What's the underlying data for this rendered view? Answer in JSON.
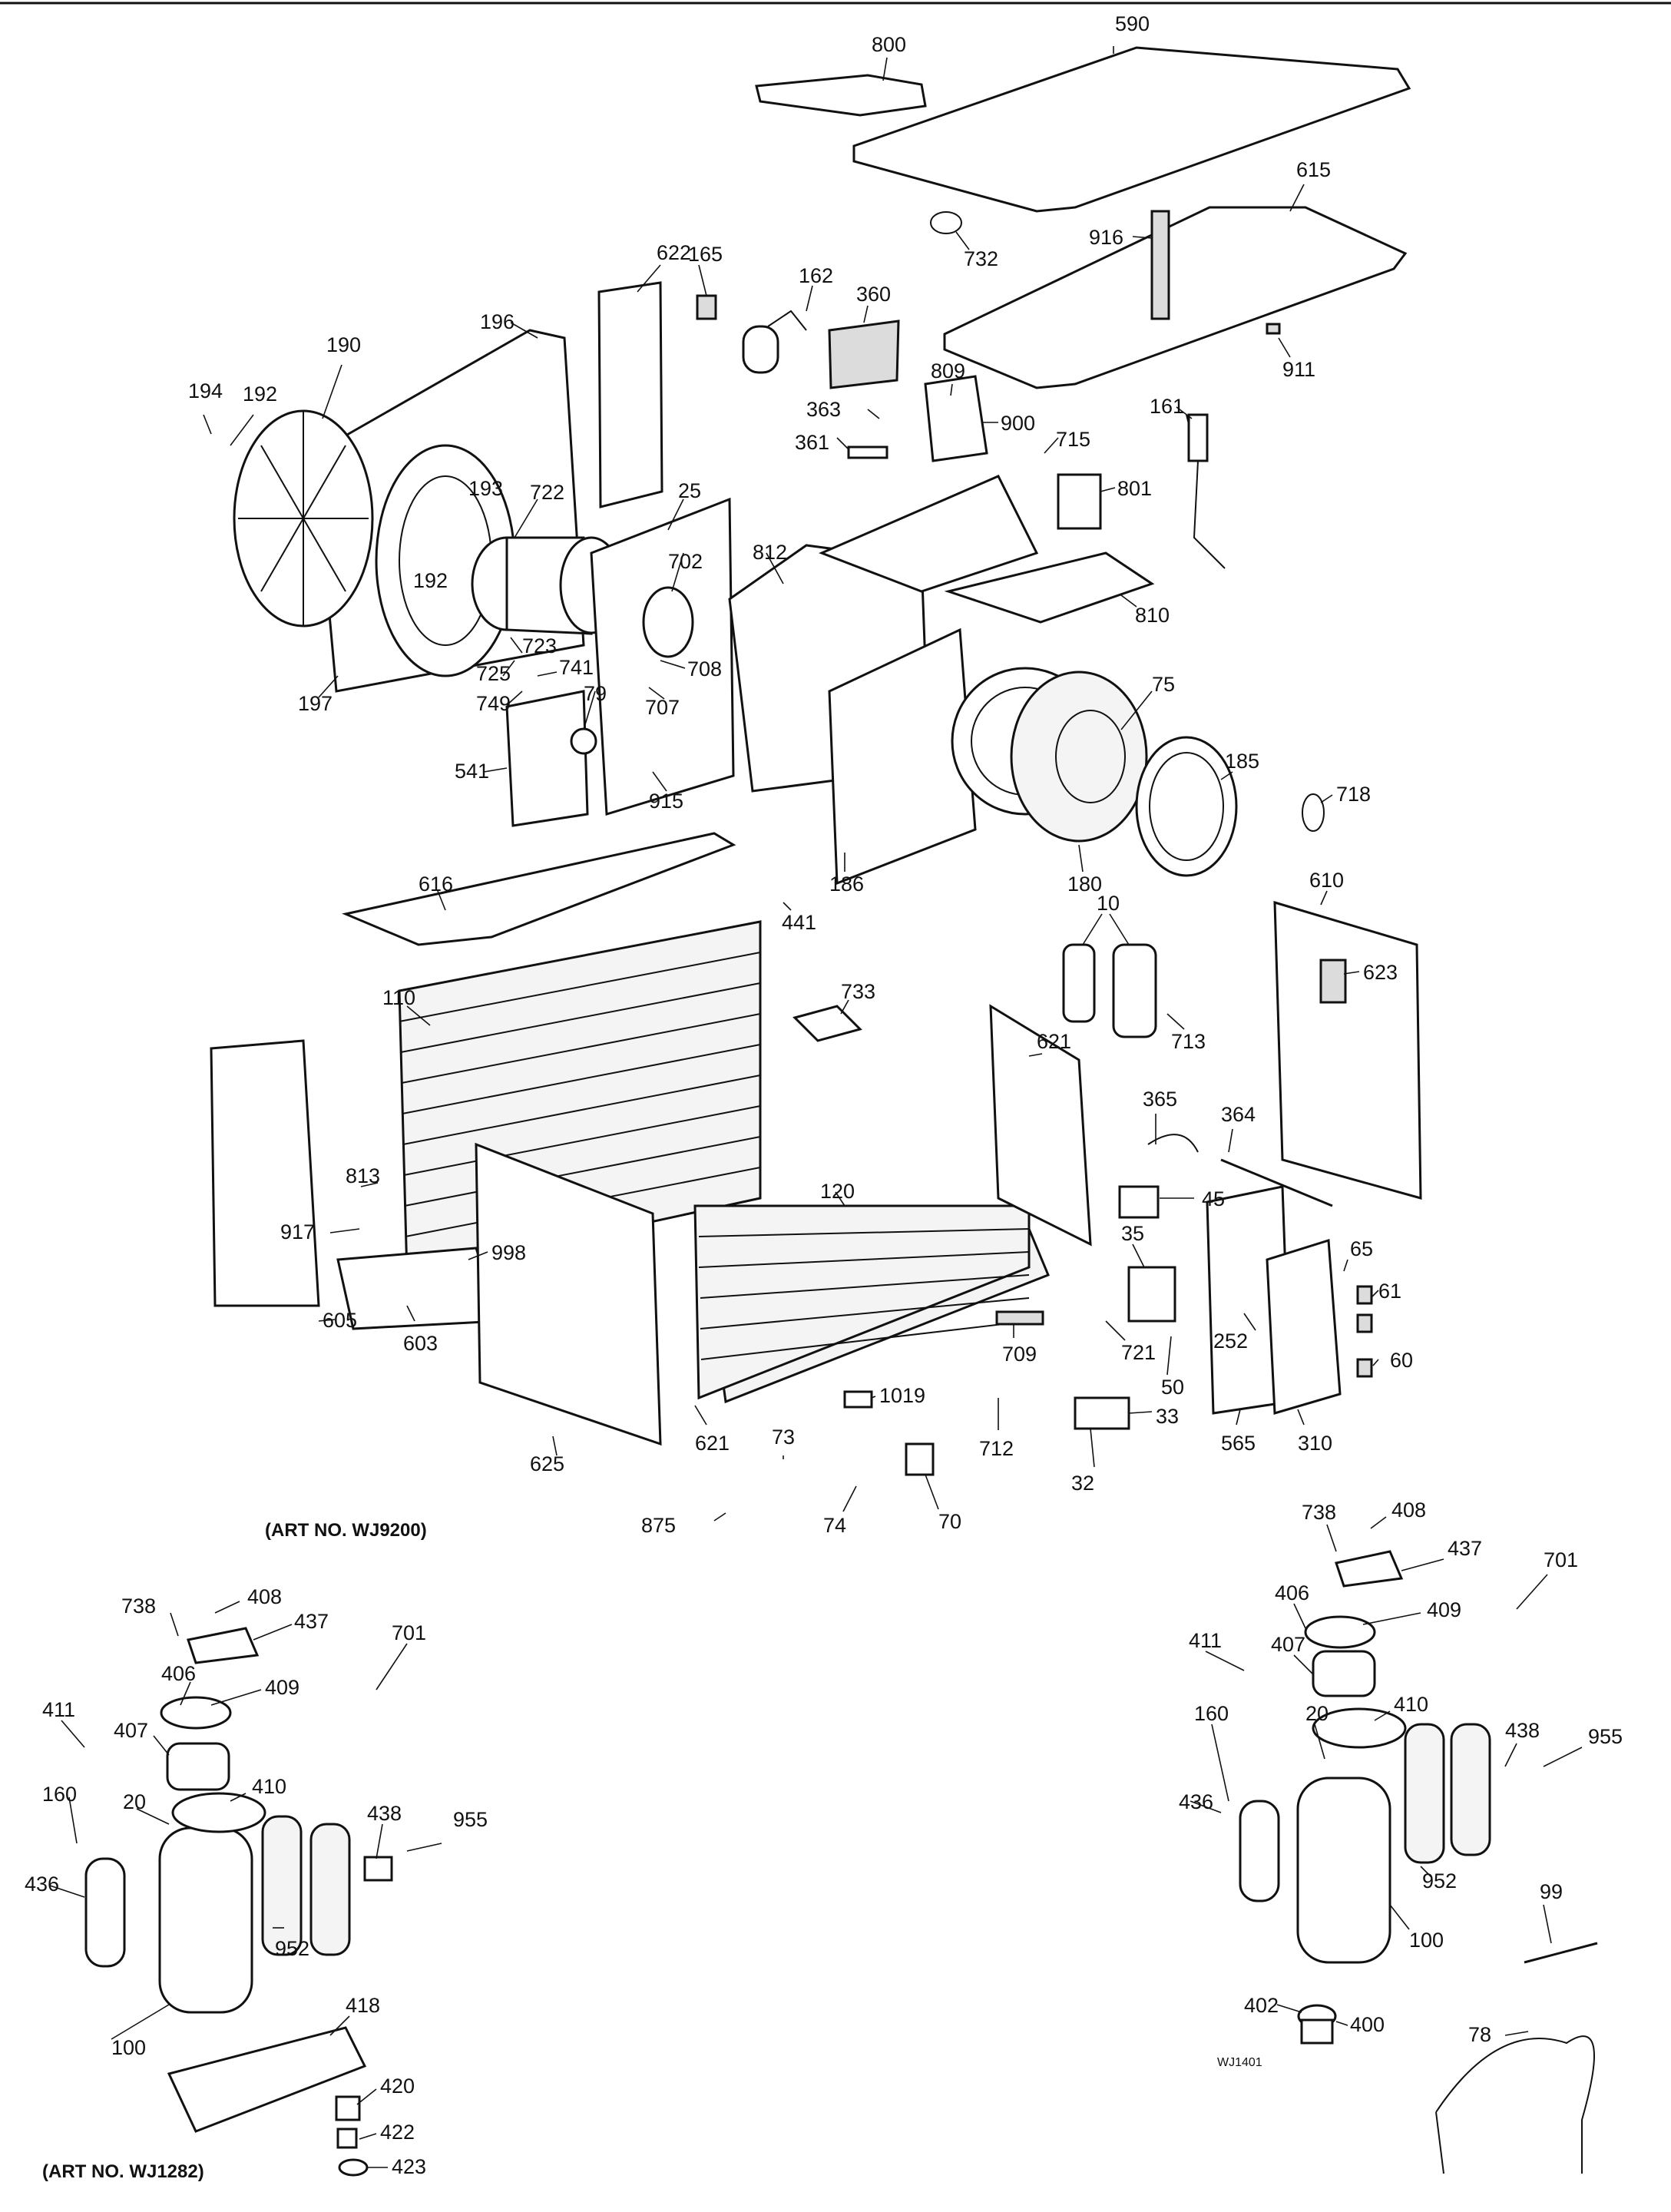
{
  "diagram": {
    "labels": {
      "n800": "800",
      "n590": "590",
      "n615": "615",
      "n916": "916",
      "n732": "732",
      "n911": "911",
      "n622": "622",
      "n165": "165",
      "n162": "162",
      "n360": "360",
      "n363": "363",
      "n361": "361",
      "n809": "809",
      "n900": "900",
      "n715": "715",
      "n801": "801",
      "n161": "161",
      "n196": "196",
      "n190": "190",
      "n194": "194",
      "n192a": "192",
      "n193": "193",
      "n722": "722",
      "n25": "25",
      "n702": "702",
      "n812": "812",
      "n810": "810",
      "n192b": "192",
      "n723": "723",
      "n725": "725",
      "n749": "749",
      "n741": "741",
      "n79": "79",
      "n708": "708",
      "n707": "707",
      "n197": "197",
      "n75": "75",
      "n541": "541",
      "n915": "915",
      "n185": "185",
      "n718": "718",
      "n186": "186",
      "n180": "180",
      "n616": "616",
      "n441": "441",
      "n10": "10",
      "n610": "610",
      "n623": "623",
      "n110": "110",
      "n733": "733",
      "n713": "713",
      "n120": "120",
      "n621a": "621",
      "n365": "365",
      "n364": "364",
      "n813": "813",
      "n45": "45",
      "n917": "917",
      "n998": "998",
      "n35": "35",
      "n65": "65",
      "n61": "61",
      "n605": "605",
      "n603": "603",
      "n721": "721",
      "n252": "252",
      "n60": "60",
      "n709": "709",
      "n50": "50",
      "n1019": "1019",
      "n712": "712",
      "n33": "33",
      "n621b": "621",
      "n565": "565",
      "n310": "310",
      "n625": "625",
      "n73": "73",
      "n32": "32",
      "n875": "875",
      "n74": "74",
      "n70": "70"
    },
    "left_kit": {
      "n738": "738",
      "n408": "408",
      "n437": "437",
      "n701": "701",
      "n406": "406",
      "n409": "409",
      "n411": "411",
      "n407": "407",
      "n410": "410",
      "n160": "160",
      "n20": "20",
      "n438": "438",
      "n955": "955",
      "n436": "436",
      "n952": "952",
      "n100": "100",
      "n418": "418",
      "n420": "420",
      "n422": "422",
      "n423": "423"
    },
    "right_kit": {
      "n738": "738",
      "n408": "408",
      "n437": "437",
      "n701": "701",
      "n406": "406",
      "n409": "409",
      "n411": "411",
      "n407": "407",
      "n410": "410",
      "n160": "160",
      "n20": "20",
      "n438": "438",
      "n955": "955",
      "n436": "436",
      "n952": "952",
      "n100": "100",
      "n99": "99",
      "n402": "402",
      "n400": "400",
      "n78": "78"
    },
    "captions": {
      "art_main": "(ART NO. WJ9200)",
      "art_left": "(ART NO. WJ1282)",
      "art_right": "WJ1401"
    }
  }
}
